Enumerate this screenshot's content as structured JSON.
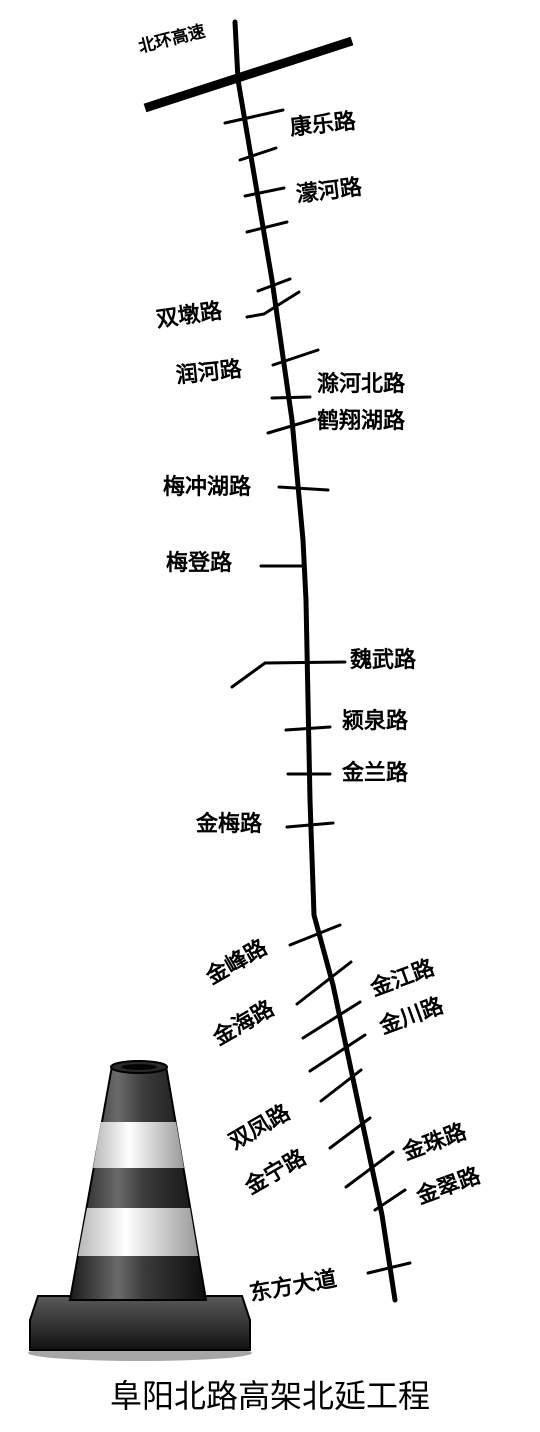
{
  "map": {
    "highway": "北环高速",
    "road_labels": {
      "kangle": "康乐路",
      "menghe": "濛河路",
      "shuangdun": "双墩路",
      "runhe": "润河路",
      "chuhebei": "滁河北路",
      "hexianghu": "鹤翔湖路",
      "meichonghu": "梅冲湖路",
      "meideng": "梅登路",
      "weiwu": "魏武路",
      "yingquan": "颍泉路",
      "jinlan": "金兰路",
      "jinmei": "金梅路",
      "jinfeng": "金峰路",
      "jinhai": "金海路",
      "jinjiang": "金江路",
      "jinchuan": "金川路",
      "shuangfeng": "双凤路",
      "jinning": "金宁路",
      "jinzhu": "金珠路",
      "jincui": "金翠路",
      "dongfang": "东方大道"
    }
  },
  "caption": "阜阳北路高架北延工程",
  "colors": {
    "road": "#000000",
    "background": "#ffffff"
  },
  "icon": "traffic-cone-icon"
}
